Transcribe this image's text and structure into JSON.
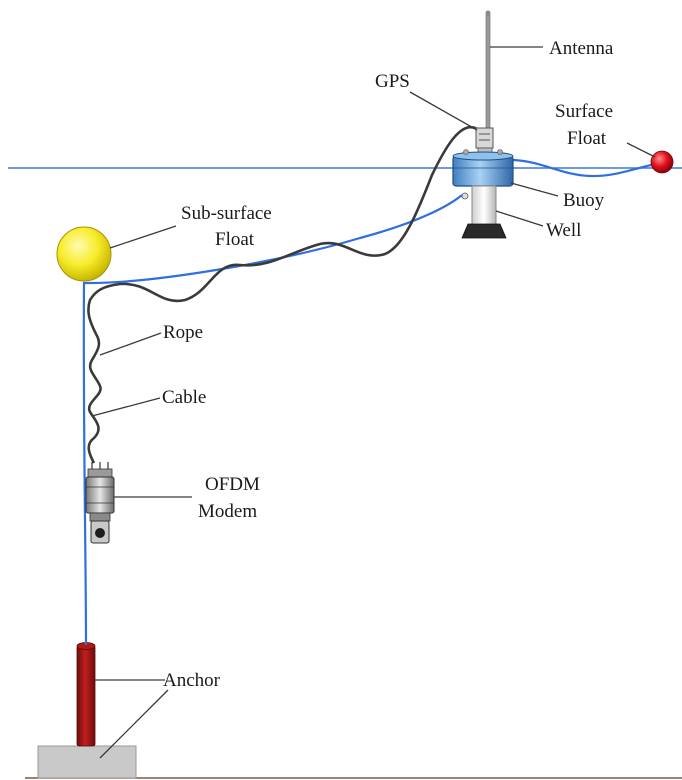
{
  "labels": {
    "antenna": "Antenna",
    "gps": "GPS",
    "surface_float_line1": "Surface",
    "surface_float_line2": "Float",
    "buoy": "Buoy",
    "well": "Well",
    "subsurface_float_line1": "Sub-surface",
    "subsurface_float_line2": "Float",
    "rope": "Rope",
    "cable": "Cable",
    "modem_line1": "OFDM",
    "modem_line2": "Modem",
    "anchor": "Anchor"
  },
  "colors": {
    "water_line": "#3b7bd4",
    "cable": "#2f6fe0",
    "rope": "#3a3a3a",
    "subsurface_float": "#f7ec2a",
    "surface_float": "#e3101e",
    "buoy": "#4f97d6",
    "anchor_pole": "#9b1212",
    "anchor_base": "#c9c9c9",
    "seabed": "#7a5a45"
  }
}
